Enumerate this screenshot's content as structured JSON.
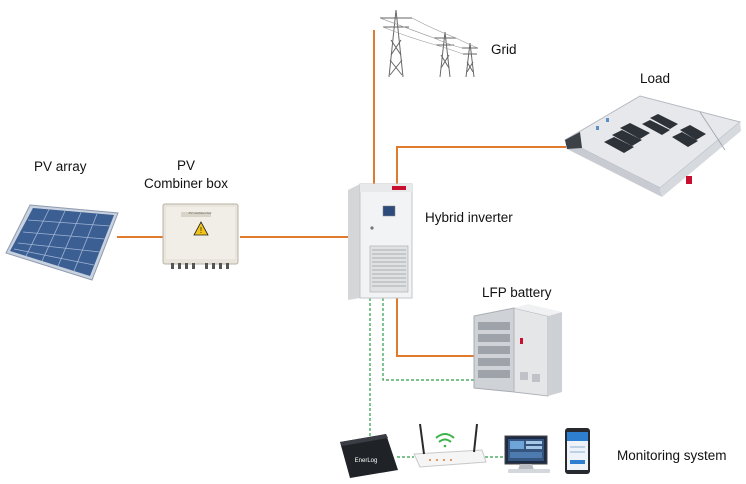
{
  "labels": {
    "pv_array": "PV array",
    "combiner_line1": "PV",
    "combiner_line2": "Combiner box",
    "grid": "Grid",
    "load": "Load",
    "hybrid_inverter": "Hybrid inverter",
    "lfp_battery": "LFP battery",
    "monitoring_system": "Monitoring system"
  },
  "device_text": {
    "enerlog": "EnerLog",
    "combiner_plate": "PV combiner box"
  },
  "colors": {
    "power_line": "#e07a2e",
    "comm_line": "#2e9e4a",
    "brand_red": "#c8102e",
    "panel_blue": "#3b5e93"
  }
}
